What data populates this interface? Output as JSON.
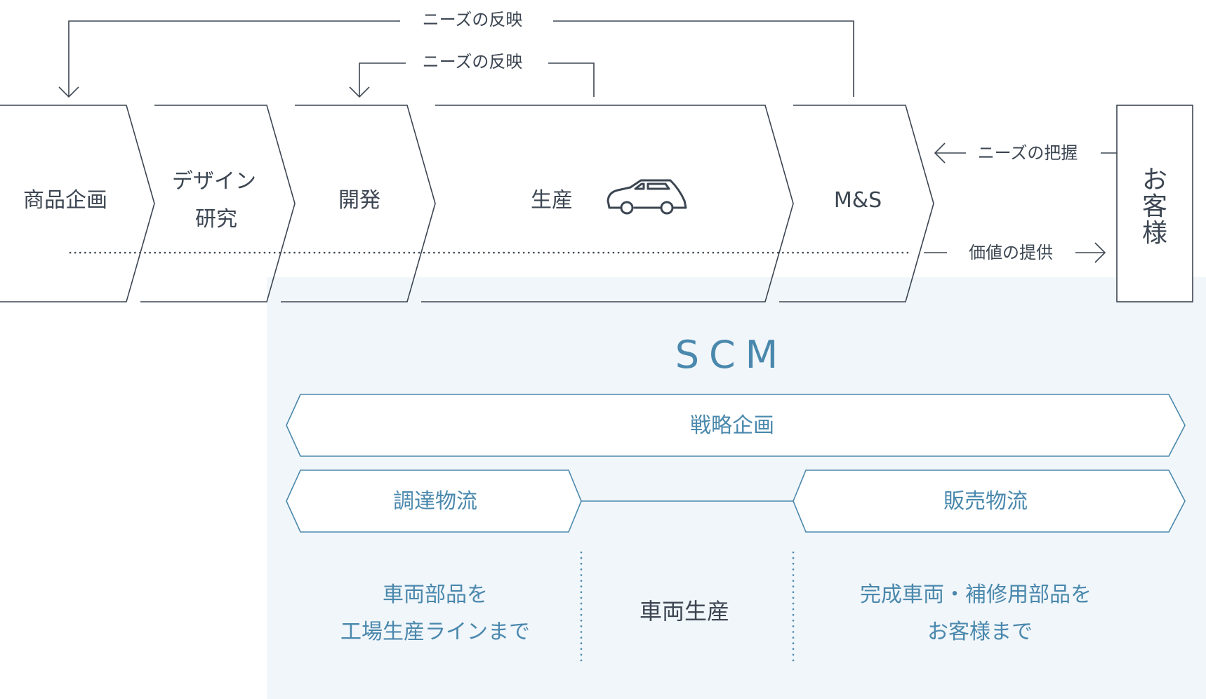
{
  "feedback": {
    "needs_reflection_top": "ニーズの反映",
    "needs_reflection_second": "ニーズの反映"
  },
  "stages": {
    "planning": "商品企画",
    "design_line1": "デザイン",
    "design_line2": "研究",
    "development": "開発",
    "production": "生産",
    "ms": "M&S"
  },
  "customer": {
    "label_line1": "お",
    "label_line2": "客",
    "label_line3": "様",
    "grasp_needs": "ニーズの把握",
    "value_provision": "価値の提供"
  },
  "scm": {
    "title": "SCM",
    "strategy": "戦略企画",
    "procurement": "調達物流",
    "sales_logistics": "販売物流",
    "procurement_desc_line1": "車両部品を",
    "procurement_desc_line2": "工場生産ラインまで",
    "vehicle_production": "車両生産",
    "sales_desc_line1": "完成車両・補修用部品を",
    "sales_desc_line2": "お客様まで"
  },
  "colors": {
    "line": "#3c4652",
    "text_dark": "#3c4652",
    "accent_blue": "#4a88ad",
    "scm_bg": "#f1f6fa"
  }
}
